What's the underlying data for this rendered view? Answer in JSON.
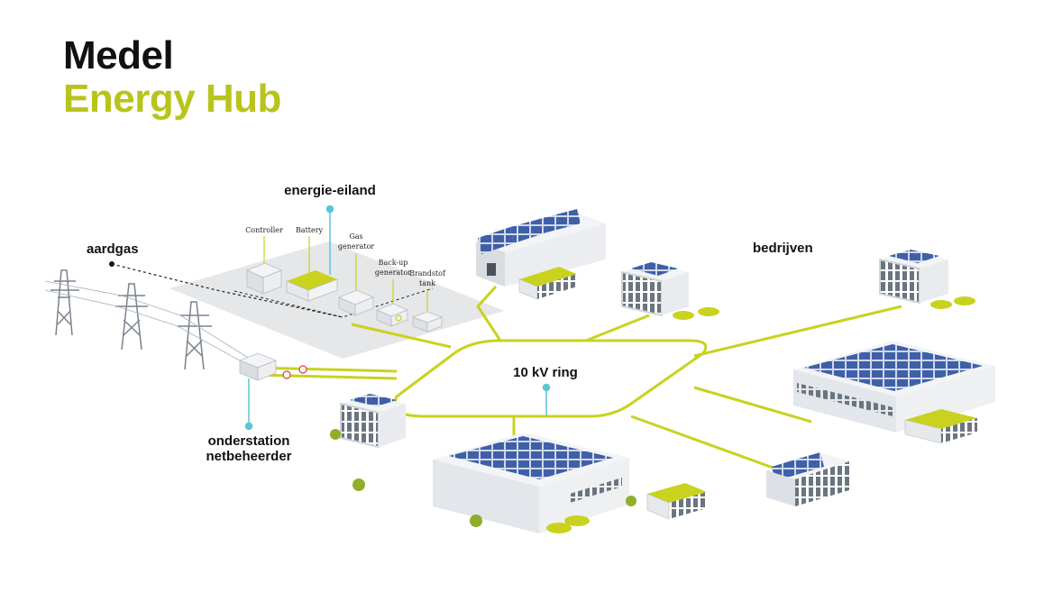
{
  "title": {
    "line1": "Medel",
    "line2": "Energy Hub"
  },
  "labels": {
    "energie_eiland": "energie-eiland",
    "aardgas": "aardgas",
    "bedrijven": "bedrijven",
    "ring": "10 kV ring",
    "onderstation_1": "onderstation",
    "onderstation_2": "netbeheerder"
  },
  "island_components": {
    "controller": "Controller",
    "battery": "Battery",
    "gas_generator_1": "Gas",
    "gas_generator_2": "generator",
    "backup_1": "Back-up",
    "backup_2": "generator",
    "tank_1": "Brandstof",
    "tank_2": "tank"
  },
  "colors": {
    "accent": "#b8c41c",
    "cable": "#c9d21e",
    "pin": "#5bc4d6",
    "title": "#111111",
    "solar": "#3f5fa8",
    "building": "#e9ebee",
    "window": "#6b7581"
  }
}
